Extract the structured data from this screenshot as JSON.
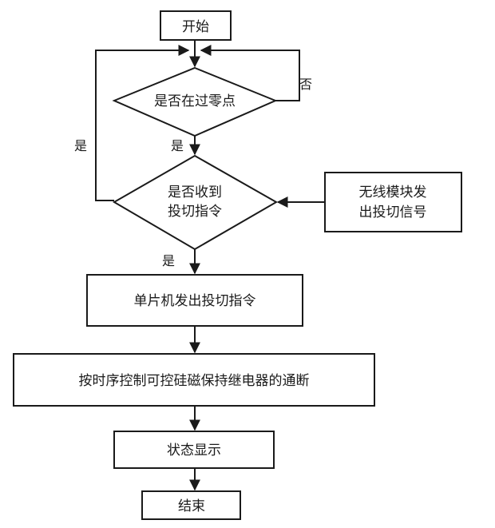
{
  "flowchart": {
    "start": "开始",
    "zero_cross": "是否在过零点",
    "received_line1": "是否收到",
    "received_line2": "投切指令",
    "wireless_line1": "无线模块发",
    "wireless_line2": "出投切信号",
    "mcu_command": "单片机发出投切指令",
    "timing_control": "按时序控制可控硅磁保持继电器的通断",
    "status_display": "状态显示",
    "end": "结束"
  },
  "edge_labels": {
    "no": "否",
    "yes_loop": "是",
    "yes_zero": "是",
    "yes_received": "是"
  }
}
